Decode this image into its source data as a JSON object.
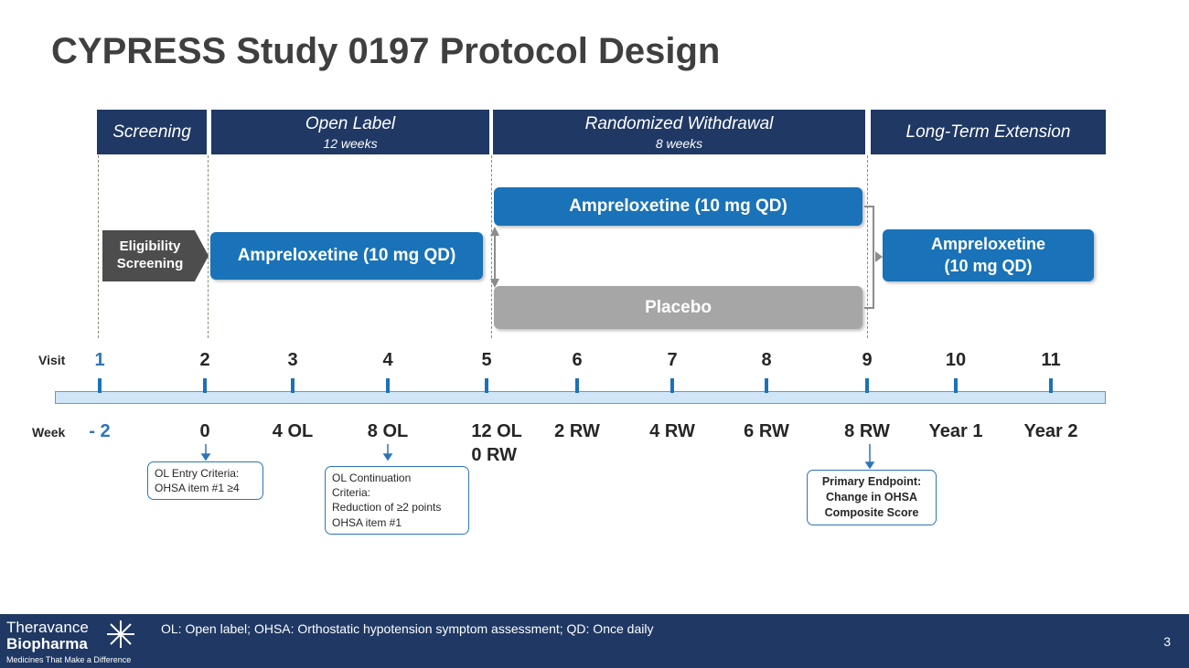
{
  "title": "CYPRESS Study 0197 Protocol Design",
  "phases": [
    {
      "name": "Screening",
      "duration": ""
    },
    {
      "name": "Open Label",
      "duration": "12 weeks"
    },
    {
      "name": "Randomized Withdrawal",
      "duration": "8 weeks"
    },
    {
      "name": "Long-Term Extension",
      "duration": ""
    }
  ],
  "treatments": {
    "eligibility": [
      "Eligibility",
      "Screening"
    ],
    "open_label": "Ampreloxetine (10 mg QD)",
    "rw_drug": "Ampreloxetine (10 mg QD)",
    "placebo": "Placebo",
    "lte": [
      "Ampreloxetine",
      "(10 mg QD)"
    ]
  },
  "axis_labels": {
    "visit": "Visit",
    "week": "Week"
  },
  "visits": [
    "1",
    "2",
    "3",
    "4",
    "5",
    "6",
    "7",
    "8",
    "9",
    "10",
    "11"
  ],
  "weeks": [
    [
      "- 2"
    ],
    [
      "0"
    ],
    [
      "4 OL"
    ],
    [
      "8 OL"
    ],
    [
      "12 OL",
      "0 RW"
    ],
    [
      "2 RW"
    ],
    [
      "4 RW"
    ],
    [
      "6 RW"
    ],
    [
      "8 RW"
    ],
    [
      "Year 1"
    ],
    [
      "Year 2"
    ]
  ],
  "notes": {
    "ol_entry": [
      "OL Entry Criteria:",
      "OHSA item #1 ≥4"
    ],
    "ol_continuation": [
      "OL Continuation",
      "Criteria:",
      "Reduction of ≥2 points",
      "OHSA item #1"
    ],
    "primary_endpoint": [
      "Primary Endpoint:",
      "Change in OHSA",
      "Composite Score"
    ]
  },
  "footer": {
    "logo_line1": "Theravance",
    "logo_line2": "Biopharma",
    "logo_tagline": "Medicines That Make a Difference",
    "abbreviations": "OL: Open label; OHSA: Orthostatic hypotension symptom assessment; QD: Once daily",
    "page_number": "3"
  },
  "colors": {
    "navy": "#1f3864",
    "blue": "#1a72b8",
    "grey": "#a6a6a6",
    "first_visit": "#2e75b6"
  }
}
